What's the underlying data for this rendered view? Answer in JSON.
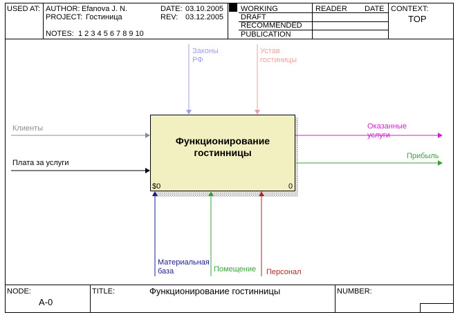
{
  "header": {
    "used_at_label": "USED AT:",
    "author_label": "AUTHOR:",
    "author_value": "Efanova J. N.",
    "project_label": "PROJECT:",
    "project_value": "Гостиница",
    "date_label": "DATE:",
    "date_value": "03.10.2005",
    "rev_label": "REV:",
    "rev_value": "03.12.2005",
    "notes_label": "NOTES:",
    "notes_value": "1  2  3  4  5  6  7  8  9  10",
    "status_working": "WORKING",
    "status_draft": "DRAFT",
    "status_recommended": "RECOMMENDED",
    "status_publication": "PUBLICATION",
    "reader_label": "READER",
    "reader_date_label": "DATE",
    "context_label": "CONTEXT:",
    "context_value": "TOP"
  },
  "footer": {
    "node_label": "NODE:",
    "node_value": "A-0",
    "title_label": "TITLE:",
    "title_value": "Функционирование  гостинницы",
    "number_label": "NUMBER:"
  },
  "activity": {
    "name": "Функционирование\nгостинницы",
    "cost": "$0",
    "number": "0"
  },
  "arrows": {
    "controls": [
      {
        "label": "Законы\nРФ",
        "color": "#9b9ee6"
      },
      {
        "label": "Устав\nгостиницы",
        "color": "#eba0a0"
      }
    ],
    "inputs": [
      {
        "label": "Клиенты",
        "color": "#8c8c8c"
      },
      {
        "label": "Плата за услуги",
        "color": "#000000"
      }
    ],
    "outputs": [
      {
        "label": "Оказанные\nуслуги",
        "color": "#cc22cc"
      },
      {
        "label": "Прибыль",
        "color": "#3aa03a"
      }
    ],
    "mechanisms": [
      {
        "label": "Материальная\nбаза",
        "color": "#1a1a8c"
      },
      {
        "label": "Помещение",
        "color": "#3aa03a"
      },
      {
        "label": "Персонал",
        "color": "#b22222"
      }
    ]
  },
  "colors": {
    "activity_fill": "#f2f0c0",
    "shadow": "#9a9a9a"
  }
}
